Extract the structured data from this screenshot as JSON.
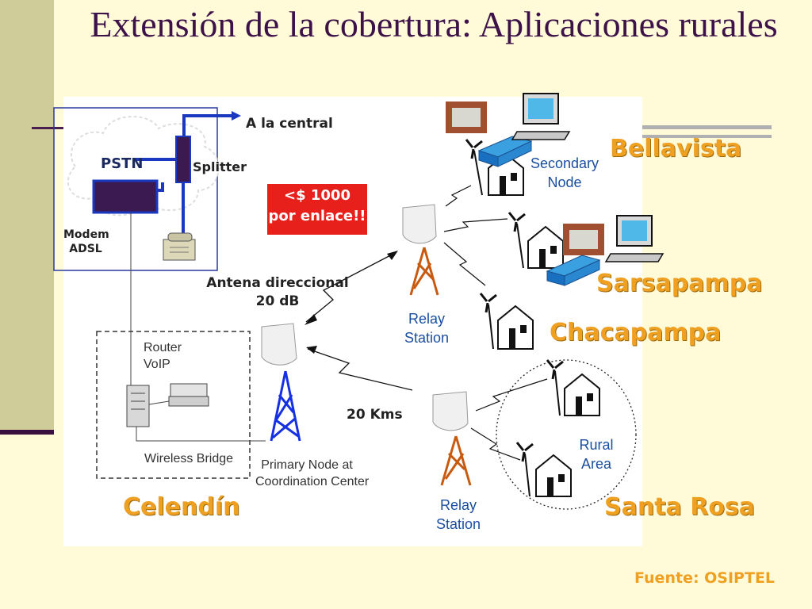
{
  "title": "Extensión de la cobertura: Aplicaciones rurales",
  "labels": {
    "a_la_central": "A la central",
    "pstn": "PSTN",
    "splitter": "Splitter",
    "modem": "Modem",
    "adsl": "ADSL",
    "price_line1": "<$ 1000",
    "price_line2": "por enlace!!",
    "antena_line1": "Antena direccional",
    "antena_line2": "20 dB",
    "router": "Router",
    "voip": "VoIP",
    "wireless_bridge": "Wireless Bridge",
    "primary_node_line1": "Primary Node at",
    "primary_node_line2": "Coordination Center",
    "relay_station_1a": "Relay",
    "relay_station_1b": "Station",
    "relay_station_2a": "Relay",
    "relay_station_2b": "Station",
    "secondary_node_a": "Secondary",
    "secondary_node_b": "Node",
    "rural_area_a": "Rural",
    "rural_area_b": "Area",
    "distance": "20 Kms"
  },
  "places": {
    "bellavista": "Bellavista",
    "sarsapampa": "Sarsapampa",
    "chacapampa": "Chacapampa",
    "celendin": "Celendín",
    "santa_rosa": "Santa Rosa"
  },
  "source": "Fuente: OSIPTEL",
  "colors": {
    "title": "#3d1248",
    "place_labels": "#f0a020",
    "price_box": "#e8201c",
    "tower_primary": "#1530e0",
    "tower_relay": "#c85a10"
  }
}
